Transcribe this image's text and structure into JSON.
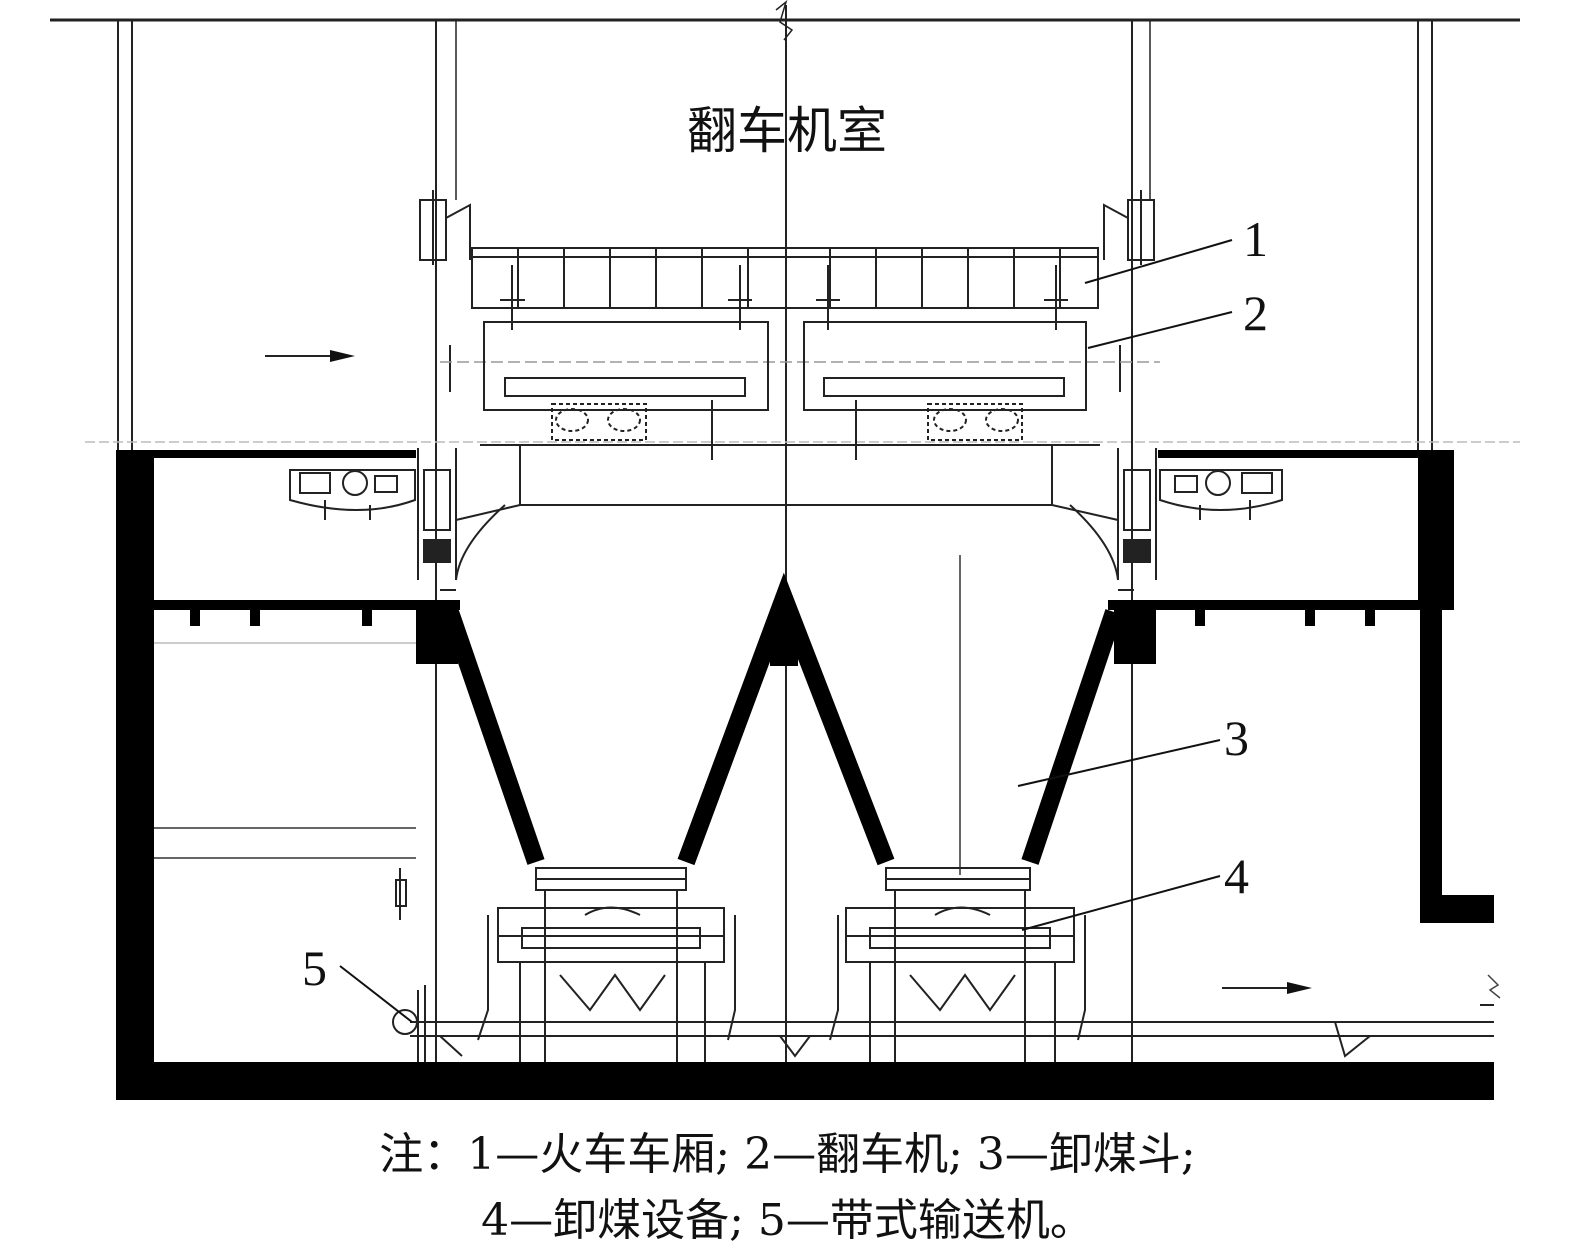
{
  "diagram": {
    "room_label": "翻车机室",
    "callouts": [
      {
        "num": "1"
      },
      {
        "num": "2"
      },
      {
        "num": "3"
      },
      {
        "num": "4"
      },
      {
        "num": "5"
      }
    ]
  },
  "caption": {
    "line1": "注：1—火车车厢; 2—翻车机; 3—卸煤斗;",
    "line2": "4—卸煤设备; 5—带式输送机。"
  },
  "colors": {
    "ink": "#111111",
    "wall": "#000000",
    "background": "#ffffff"
  }
}
